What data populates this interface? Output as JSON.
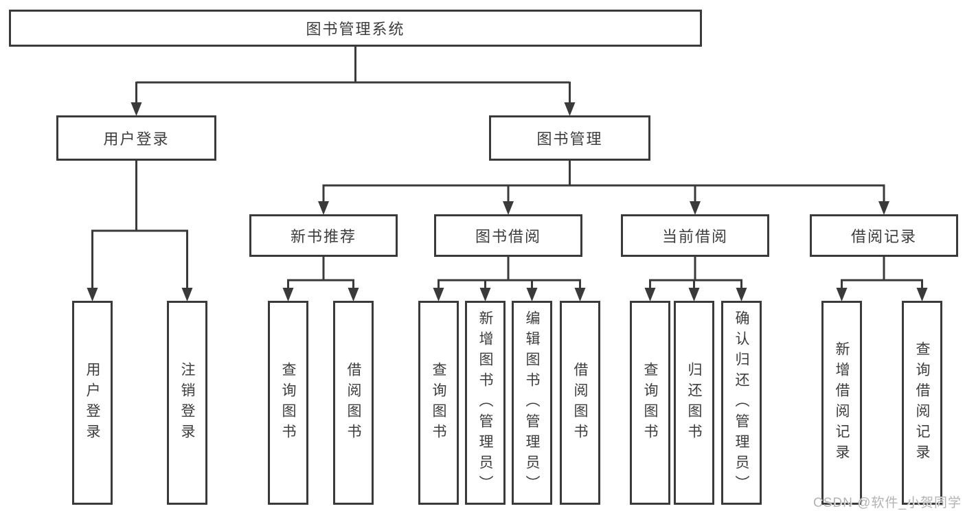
{
  "colors": {
    "line": "#3a3a3a",
    "text": "#3d3d3d",
    "background": "#ffffff",
    "watermark": "#b3b3b3"
  },
  "tree": {
    "root": {
      "label": "图书管理系统"
    },
    "branches": [
      {
        "label": "用户登录",
        "children": [
          {
            "label": "用户登录"
          },
          {
            "label": "注销登录"
          }
        ]
      },
      {
        "label": "图书管理",
        "children": [
          {
            "label": "新书推荐",
            "children": [
              {
                "label": "查询图书"
              },
              {
                "label": "借阅图书"
              }
            ]
          },
          {
            "label": "图书借阅",
            "children": [
              {
                "label": "查询图书"
              },
              {
                "label": "新增图书（管理员）"
              },
              {
                "label": "编辑图书（管理员）"
              },
              {
                "label": "借阅图书"
              }
            ]
          },
          {
            "label": "当前借阅",
            "children": [
              {
                "label": "查询图书"
              },
              {
                "label": "归还图书"
              },
              {
                "label": "确认归还（管理员）"
              }
            ]
          },
          {
            "label": "借阅记录",
            "children": [
              {
                "label": "新增借阅记录"
              },
              {
                "label": "查询借阅记录"
              }
            ]
          }
        ]
      }
    ]
  },
  "watermark": {
    "text": "CSDN @软件_小贺同学"
  }
}
